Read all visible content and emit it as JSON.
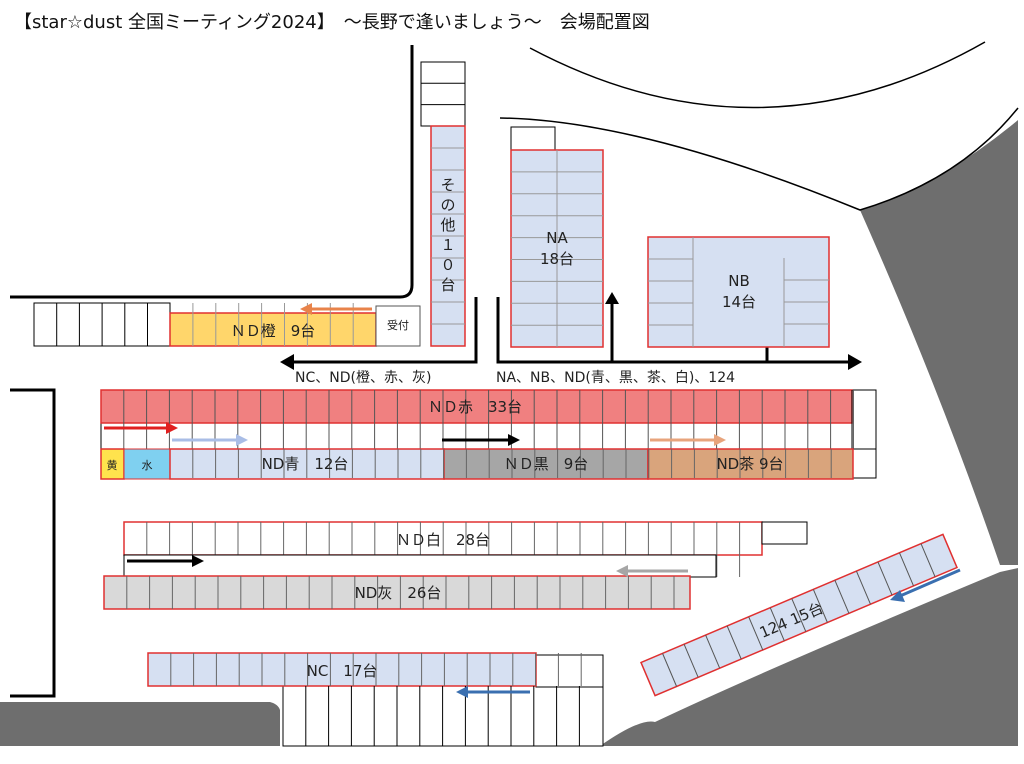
{
  "title": "【star☆dust 全国ミーティング2024】　～長野で逢いましょう～　会場配置図",
  "areas": {
    "sonota": {
      "label": "その他10台",
      "chars": [
        "そ",
        "の",
        "他",
        "１",
        "０",
        "台"
      ]
    },
    "na": {
      "label_line1": "NA",
      "label_line2": "18台"
    },
    "nb": {
      "label_line1": "NB",
      "label_line2": "14台"
    },
    "orange": {
      "label": "ＮＤ橙　9台"
    },
    "reception": {
      "label": "受付"
    },
    "red": {
      "label": "ＮＤ赤　33台"
    },
    "yellow": {
      "label": "黄"
    },
    "cyan": {
      "label": "水"
    },
    "blue": {
      "label": "ND青　12台"
    },
    "black": {
      "label": "ＮＤ黒　9台"
    },
    "brown": {
      "label": "ND茶 9台"
    },
    "white": {
      "label": "ＮＤ白　28台"
    },
    "gray": {
      "label": "ND灰　26台"
    },
    "nc": {
      "label": "NC　17台"
    },
    "p124": {
      "label": "124 15台"
    }
  },
  "routes": {
    "left": "NC、ND(橙、赤、灰)",
    "right": "NA、NB、ND(青、黒、茶、白)、124"
  },
  "colors": {
    "border_red": "#e03030",
    "blue_fill": "#d6e0f2",
    "red_fill": "#f08080",
    "orange_fill": "#ffd66b",
    "yellow_fill": "#ffe34d",
    "cyan_fill": "#7fd0f0",
    "black_fill": "#a6a6a6",
    "brown_fill": "#d9a47c",
    "gray_fill": "#d9d9d9",
    "dark_area": "#6e6e6e",
    "arrow_orange": "#e8834a",
    "arrow_red": "#e02020",
    "arrow_lightblue": "#a9bde6",
    "arrow_brown": "#e8a47c",
    "arrow_gray": "#a6a6a6",
    "arrow_blue": "#3a6fb0"
  }
}
